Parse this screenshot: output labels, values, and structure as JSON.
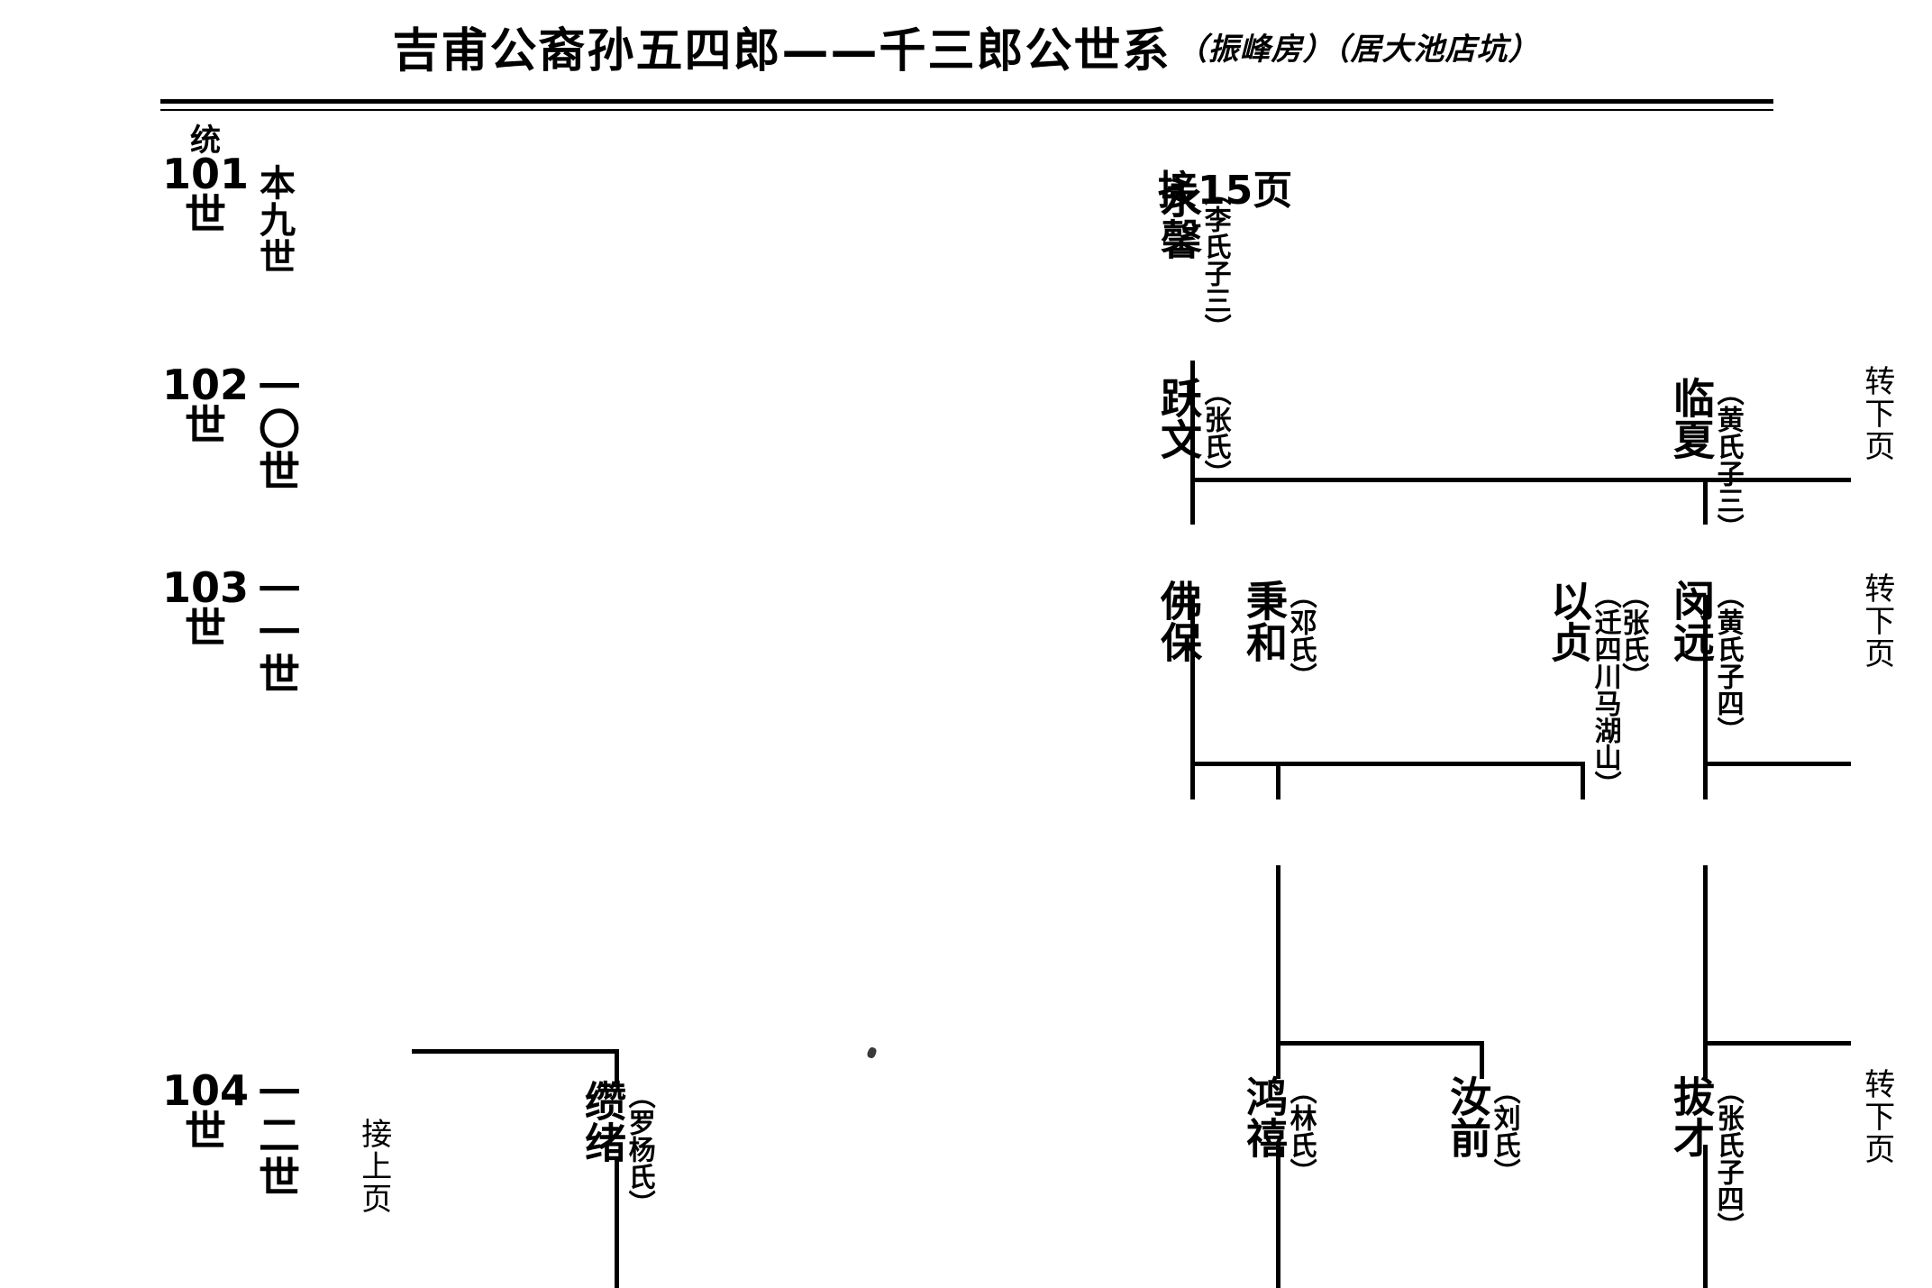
{
  "title": {
    "main": "吉甫公裔孙五四郎——千三郎公世系",
    "sub": "（振峰房）（居大池店坑）"
  },
  "generations": [
    {
      "tong_prefix": "统",
      "tong_number": "101",
      "tong_suffix": "世",
      "local": "本九世"
    },
    {
      "tong_number": "102",
      "tong_suffix": "世",
      "local": "一〇世"
    },
    {
      "tong_number": "103",
      "tong_suffix": "世",
      "local": "一一世"
    },
    {
      "tong_number": "104",
      "tong_suffix": "世",
      "local": "一二世"
    }
  ],
  "refs": {
    "continue_from_page_15": "接15页",
    "continue_from_previous_page": "接上页",
    "turn_next_page_1": "转下页",
    "turn_next_page_2": "转下页",
    "turn_next_page_3": "转下页"
  },
  "people": {
    "yongxin": {
      "name": "永馨",
      "note": "（李氏子三）"
    },
    "yuewen": {
      "name": "跃文",
      "note": "（张氏）"
    },
    "linxia": {
      "name": "临夏",
      "note": "（黄氏子三）"
    },
    "fobao": {
      "name": "佛保",
      "note": ""
    },
    "binghe": {
      "name": "秉和",
      "note": "（邓氏）"
    },
    "yizhen": {
      "name": "以贞",
      "note": "（迁四川马湖山）",
      "note2": "（张氏）"
    },
    "minyuan": {
      "name": "闵远",
      "note": "（黄氏子四）"
    },
    "hongxi": {
      "name": "鸿禧",
      "note": "（林氏）"
    },
    "ruqian": {
      "name": "汝前",
      "note": "（刘氏）"
    },
    "bacai": {
      "name": "拔才",
      "note": "（张氏子四）"
    },
    "zuanxu": {
      "name": "缵绪",
      "note": "（罗杨氏）"
    }
  }
}
